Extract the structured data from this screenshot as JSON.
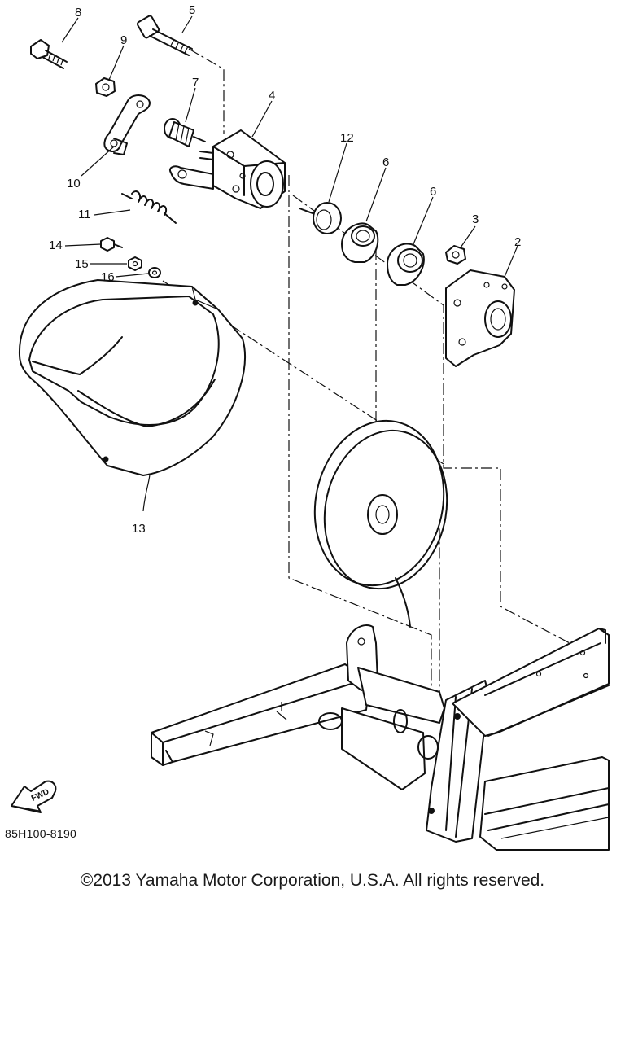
{
  "diagram": {
    "callouts": [
      "8",
      "5",
      "9",
      "7",
      "4",
      "12",
      "6",
      "6",
      "3",
      "2",
      "10",
      "11",
      "14",
      "15",
      "16",
      "13"
    ],
    "fwd_label": "FWD",
    "drawing_code": "85H100-8190"
  },
  "footer": {
    "copyright": "©2013 Yamaha Motor Corporation, U.S.A. All rights reserved."
  }
}
